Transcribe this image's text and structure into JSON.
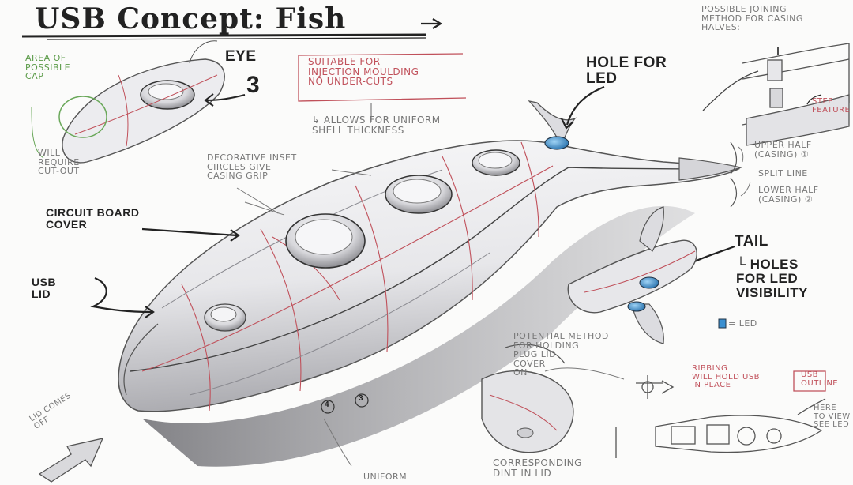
{
  "title": "USB Concept: Fish",
  "labels": {
    "eye": "EYE",
    "eye_num": "3",
    "area_cap": "AREA OF\nPOSSIBLE\nCAP",
    "will_require": "WILL\nREQUIRE\nCUT-OUT",
    "suitable": "SUITABLE FOR\nINJECTION MOULDING\nNO UNDER-CUTS",
    "allows": "↳ ALLOWS FOR UNIFORM\nSHELL THICKNESS",
    "hole_led": "HOLE FOR\nLED",
    "joining": "POSSIBLE JOINING\nMETHOD FOR CASING\nHALVES:",
    "step_feature": "STEP\nFEATURE",
    "upper_half": "UPPER HALF\n(CASING) ①",
    "split_line": "SPLIT LINE",
    "lower_half": "LOWER HALF\n(CASING) ②",
    "decorative": "DECORATIVE INSET\nCIRCLES GIVE\nCASING GRIP",
    "circuit": "CIRCUIT BOARD\nCOVER",
    "usb_lid": "USB\nLID",
    "tail": "TAIL",
    "holes_led": "└ HOLES\nFOR LED\nVISIBILITY",
    "led_key": "= LED",
    "potential": "POTENTIAL METHOD\nFOR HOLDING\nPLUG LID\nCOVER\nON",
    "ribbing": "RIBBING\nWILL HOLD USB\nIN PLACE",
    "usb_outline": "USB\nOUTLINE",
    "here": "HERE\nTO VIEW\nSEE LED",
    "lid_comes_off": "LID COMES\nOFF",
    "corresponding": "CORRESPONDING\nDINT IN LID",
    "uniform": "UNIFORM",
    "num_3": "3",
    "num_4": "4"
  },
  "colors": {
    "ink": "#222222",
    "shell": "#ececee",
    "shadow": "#8f8f94",
    "red_line": "#c0505a",
    "led_blue": "#3a8fd0",
    "green_circle": "#6aa85a"
  }
}
